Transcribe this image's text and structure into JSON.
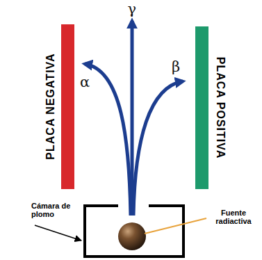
{
  "diagram": {
    "labels": [
      "PLACA NEGATIVA",
      "PLACA POSITIVA",
      "α",
      "γ",
      "β",
      "Cámara de plomo",
      "Fuente radiactiva"
    ]
  }
}
